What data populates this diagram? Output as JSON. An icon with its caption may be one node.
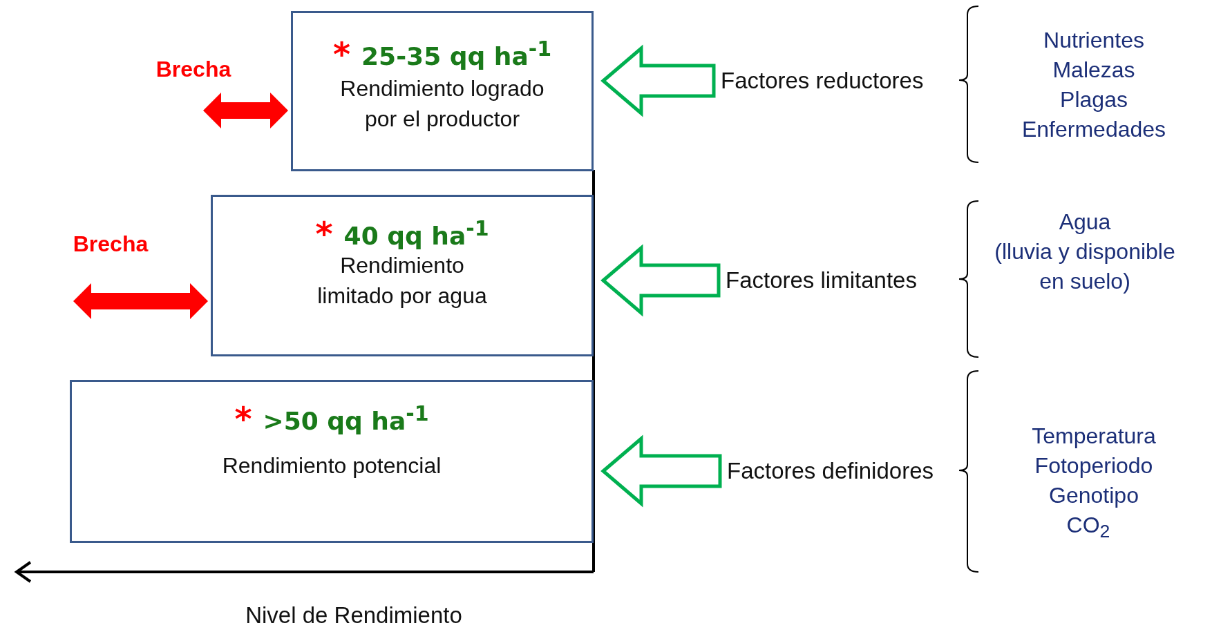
{
  "diagram": {
    "nodes": [
      {
        "text": [
          "*",
          "25-35 qq ha$^{-1}$",
          "Rendimiento logrado por el productor"
        ]
      },
      {
        "text": [
          "*",
          "40 qq ha$^{-1}$",
          "Rendimiento limitado por agua"
        ]
      },
      {
        "text": [
          "*",
          ">50 qq ha$^{-1}$",
          "Rendimiento potencial"
        ]
      },
      {
        "text": [
          "Factores reductores"
        ]
      },
      {
        "text": [
          "Factores limitantes"
        ]
      },
      {
        "text": [
          "Factores definidores"
        ]
      }
    ],
    "edges": [
      {
        "from": 3,
        "to": 0,
        "arrow": "to",
        "style": "thick"
      },
      {
        "from": 4,
        "to": 1,
        "arrow": "to",
        "style": "thick"
      },
      {
        "from": 5,
        "to": 2,
        "arrow": "to",
        "style": "thick"
      },
      {
        "from": null,
        "to": 0,
        "arrow": "both",
        "style": "thick",
        "color": "#ff0000"
      },
      {
        "from": null,
        "to": 1,
        "arrow": "both",
        "style": "thick",
        "color": "#ff0000"
      }
    ],
    "labels": [
      "Brecha",
      "Brecha",
      "Nutrientes",
      "Malezas",
      "Plagas",
      "Enfermedades",
      "Agua",
      "(lluvia y disponible en suelo)",
      "Temperatura",
      "Fotoperiodo",
      "Genotipo",
      "CO$_{2}$",
      "Nivel de Rendimiento"
    ]
  }
}
